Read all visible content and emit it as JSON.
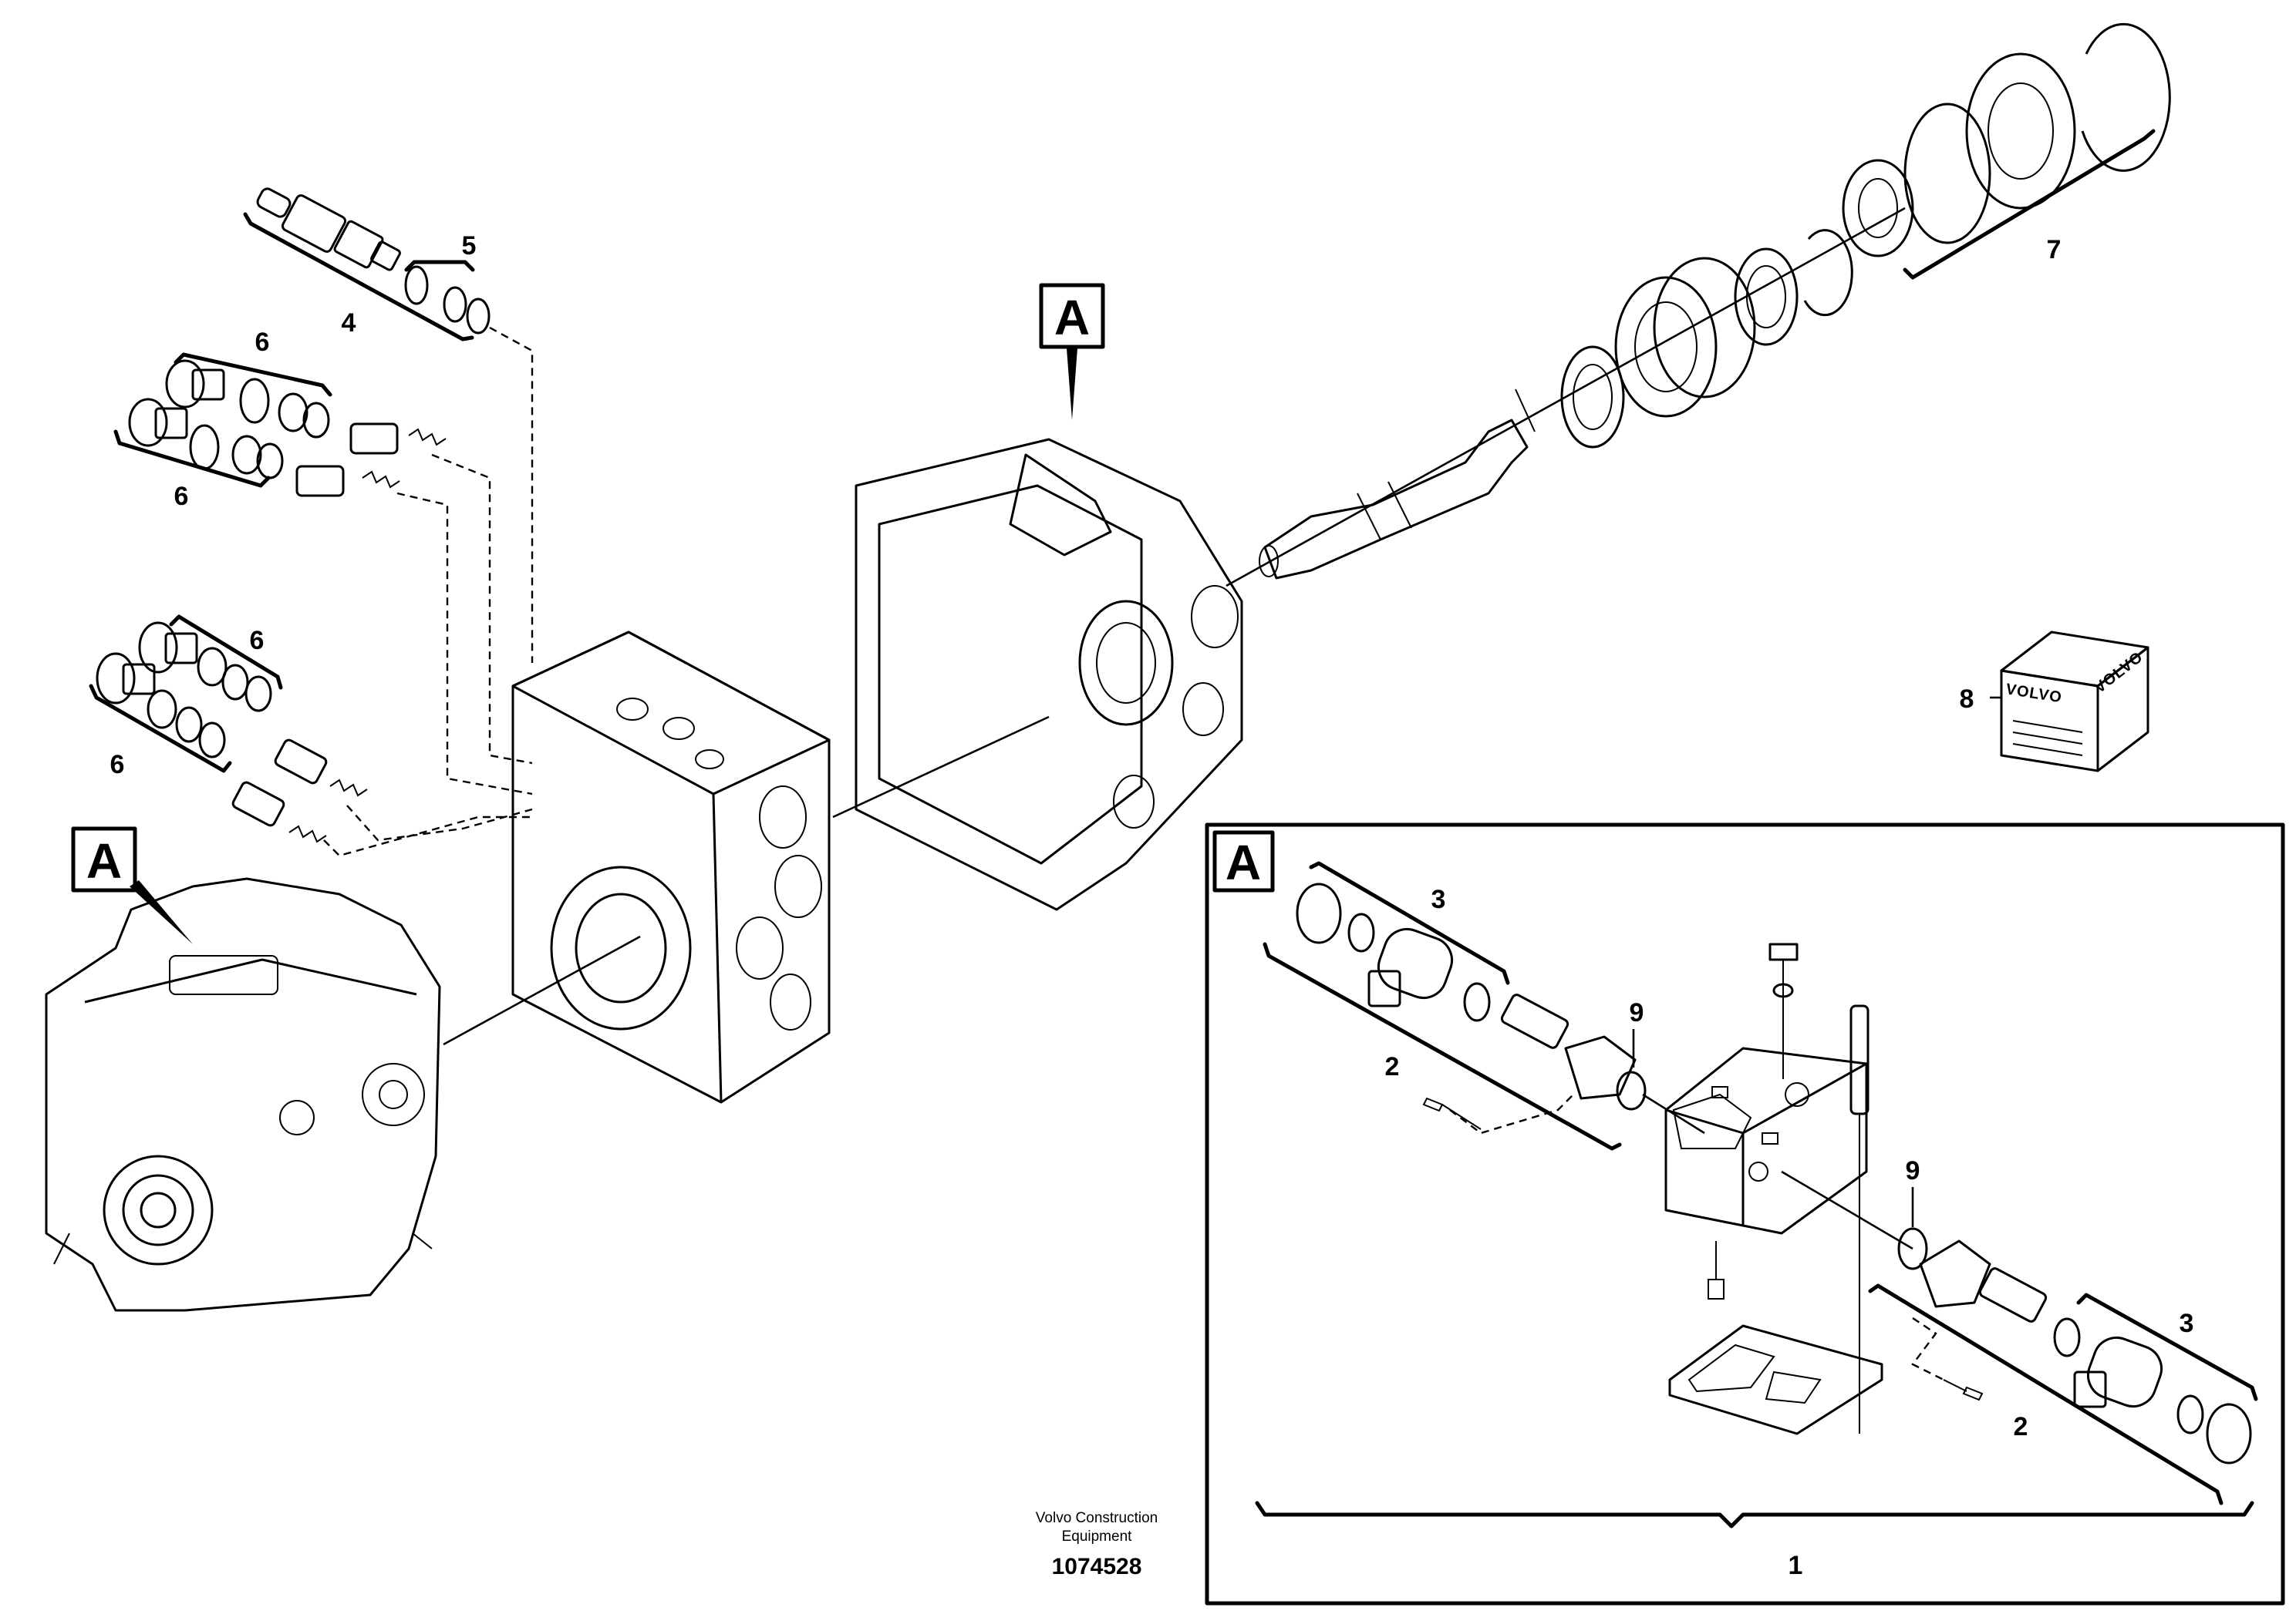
{
  "callouts": {
    "c1": "1",
    "c2a": "2",
    "c2b": "2",
    "c3a": "3",
    "c3b": "3",
    "c4": "4",
    "c5": "5",
    "c6a": "6",
    "c6b": "6",
    "c6c": "6",
    "c6d": "6",
    "c7": "7",
    "c8": "8",
    "c9a": "9",
    "c9b": "9"
  },
  "view_markers": {
    "a1": "A",
    "a2": "A",
    "a3": "A"
  },
  "kit_box": {
    "brand_left": "VOLVO",
    "brand_right": "VOLVO"
  },
  "footer": {
    "company_line1": "Volvo Construction",
    "company_line2": "Equipment",
    "doc_number": "1074528"
  }
}
